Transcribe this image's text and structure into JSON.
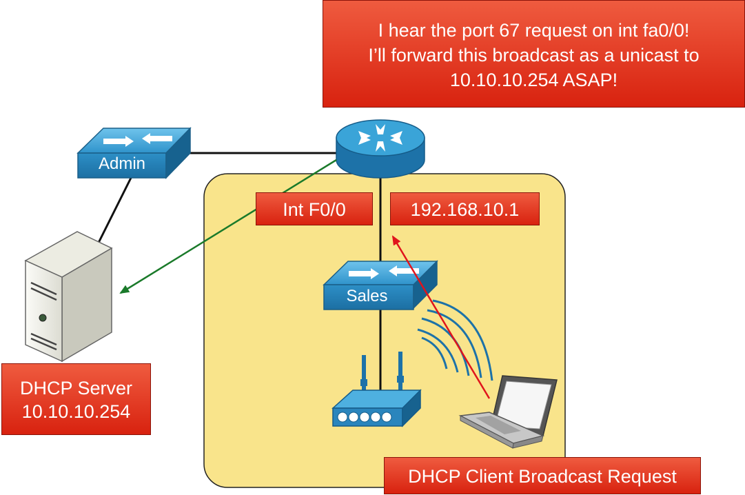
{
  "callout": {
    "line1": "I hear the port 67 request on int fa0/0!",
    "line2": "I’ll forward this broadcast as a unicast to",
    "line3": "10.10.10.254 ASAP!"
  },
  "labels": {
    "interface": "Int F0/0",
    "router_ip": "192.168.10.1",
    "server_line1": "DHCP Server",
    "server_line2": "10.10.10.254",
    "client": "DHCP Client Broadcast Request"
  },
  "devices": {
    "admin_switch": "Admin",
    "sales_switch": "Sales"
  },
  "colors": {
    "label_fill": "#e23a22",
    "zone_fill": "#f9e48b",
    "device_blue": "#2a8fc4",
    "forward_arrow": "#1a7a2a",
    "broadcast_arrow": "#e0141c"
  }
}
